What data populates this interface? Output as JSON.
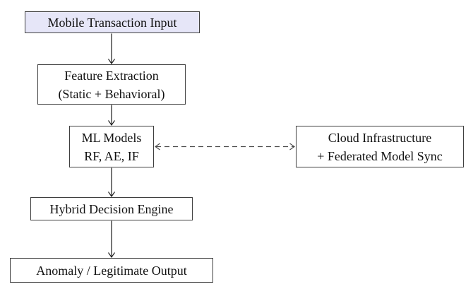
{
  "diagram": {
    "background": "#ffffff",
    "colors": {
      "node_border": "#3f3f3f",
      "node_fill": "#ffffff",
      "input_node_fill": "#e6e6f8",
      "solid_arrow": "#1a1a1a",
      "dashed_arrow": "#4a4a4a",
      "text": "#111111"
    },
    "nodes": {
      "mobile_input": {
        "label": "Mobile Transaction Input"
      },
      "feature_extraction": {
        "line1": "Feature Extraction",
        "line2": "(Static + Behavioral)"
      },
      "ml_models": {
        "line1": "ML Models",
        "line2": "RF, AE, IF"
      },
      "cloud_infra": {
        "line1": "Cloud Infrastructure",
        "line2": "+ Federated Model Sync"
      },
      "decision_engine": {
        "label": "Hybrid Decision Engine"
      },
      "output": {
        "label": "Anomaly / Legitimate Output"
      }
    },
    "edges": [
      {
        "from": "mobile_input",
        "to": "feature_extraction",
        "style": "solid",
        "direction": "down"
      },
      {
        "from": "feature_extraction",
        "to": "ml_models",
        "style": "solid",
        "direction": "down"
      },
      {
        "from": "ml_models",
        "to": "cloud_infra",
        "style": "dashed",
        "direction": "bidirectional"
      },
      {
        "from": "ml_models",
        "to": "decision_engine",
        "style": "solid",
        "direction": "down"
      },
      {
        "from": "decision_engine",
        "to": "output",
        "style": "solid",
        "direction": "down"
      }
    ]
  }
}
